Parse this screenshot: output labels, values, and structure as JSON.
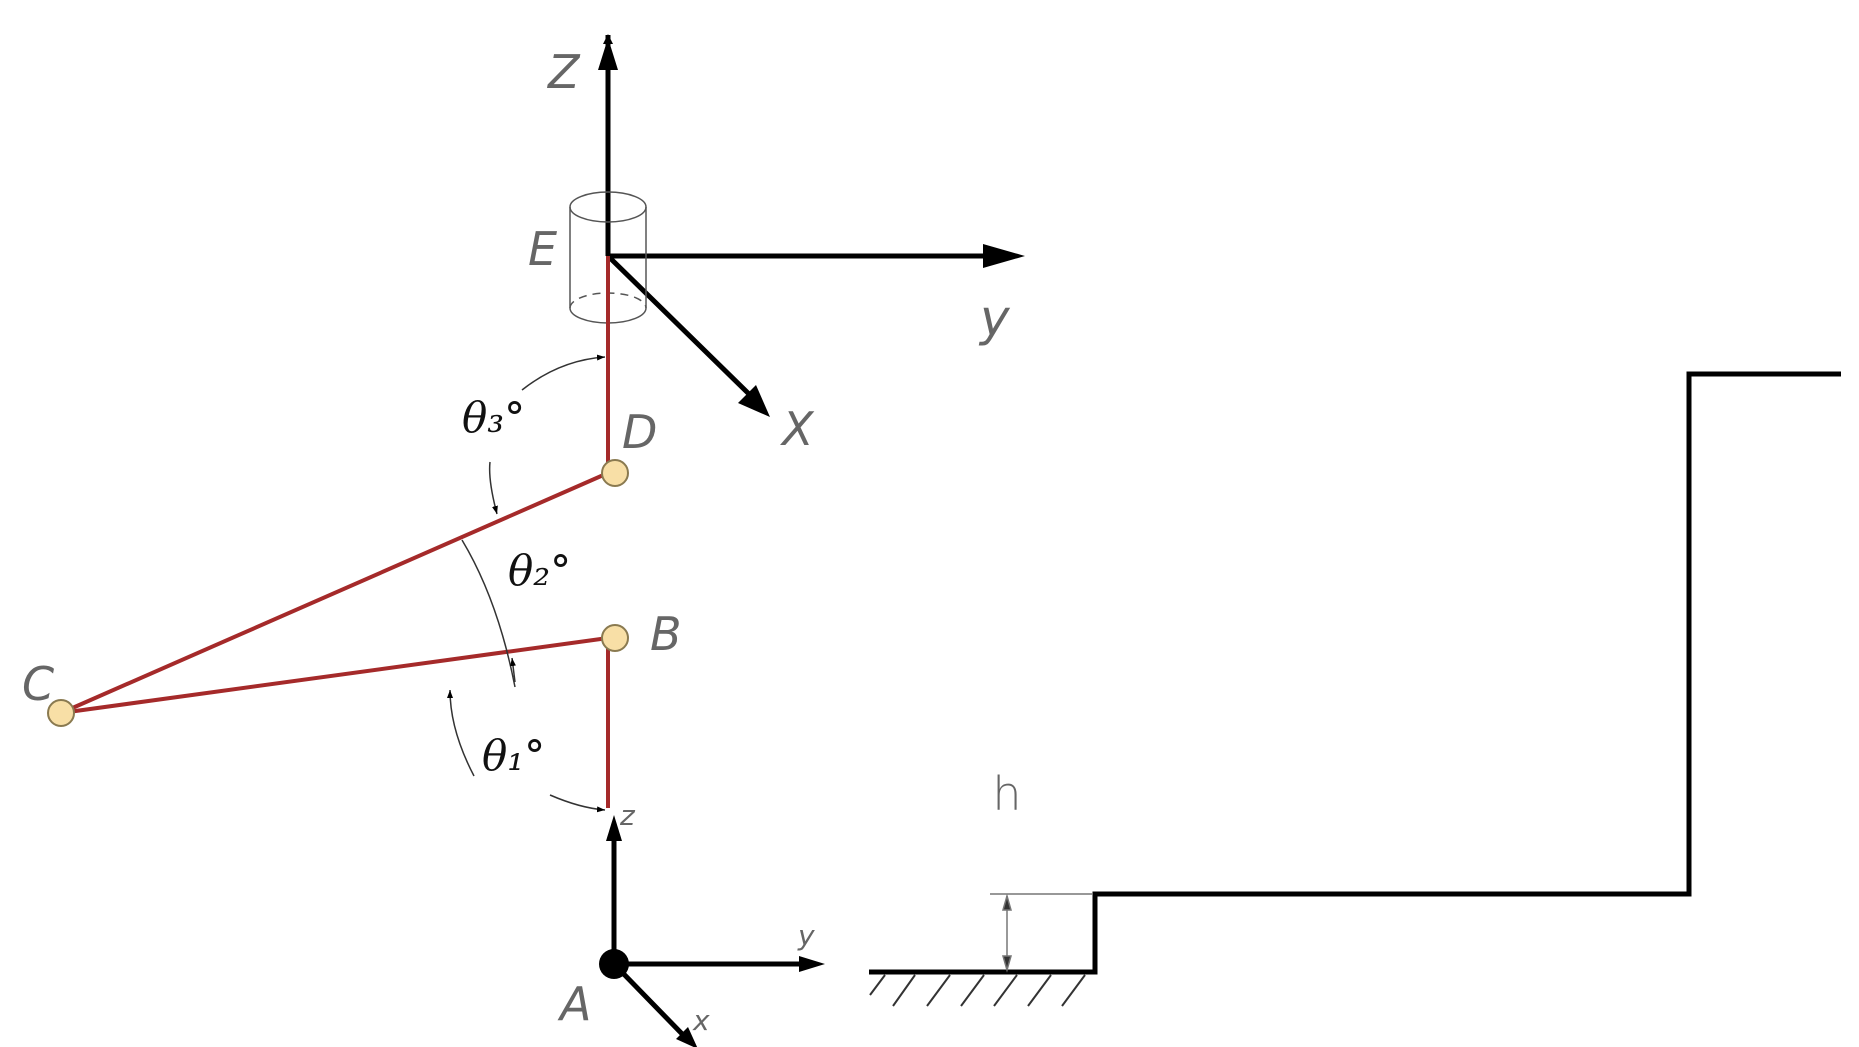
{
  "points": {
    "A": "A",
    "B": "B",
    "C": "C",
    "D": "D",
    "E": "E"
  },
  "axes_top": {
    "z": "Z",
    "y": "y",
    "x": "X"
  },
  "axes_base": {
    "z": "z",
    "y": "y",
    "x": "x"
  },
  "angles": {
    "theta1": "θ₁°",
    "theta2": "θ₂°",
    "theta3": "θ₃°"
  },
  "dimension": {
    "h": "h"
  },
  "colors": {
    "link": "#a52a2a",
    "joint_fill": "#f8dfa6",
    "axis": "#000000"
  }
}
